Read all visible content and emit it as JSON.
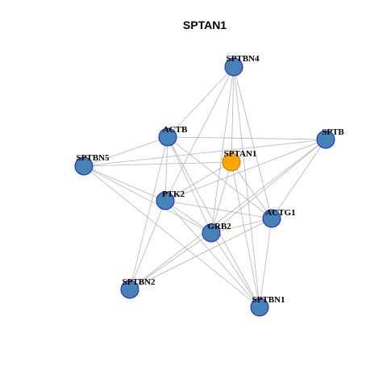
{
  "title": "SPTAN1",
  "colors": {
    "node_fill": "#4682b4",
    "node_stroke": "#1f1fd0",
    "hub_fill": "#ffa500",
    "hub_stroke": "#c07a00",
    "edge": "#b4b4b4"
  },
  "nodes": [
    {
      "id": "SPTBN4",
      "label": "SPTBN4",
      "hub": false
    },
    {
      "id": "ACTB",
      "label": "ACTB",
      "hub": false
    },
    {
      "id": "SPTB",
      "label": "SPTB",
      "hub": false
    },
    {
      "id": "SPTAN1",
      "label": "SPTAN1",
      "hub": true
    },
    {
      "id": "SPTBN5",
      "label": "SPTBN5",
      "hub": false
    },
    {
      "id": "PTK2",
      "label": "PTK2",
      "hub": false
    },
    {
      "id": "ACTG1",
      "label": "ACTG1",
      "hub": false
    },
    {
      "id": "GRB2",
      "label": "GRB2",
      "hub": false
    },
    {
      "id": "SPTBN2",
      "label": "SPTBN2",
      "hub": false
    },
    {
      "id": "SPTBN1",
      "label": "SPTBN1",
      "hub": false
    }
  ],
  "edges": [
    [
      "SPTBN4",
      "ACTB"
    ],
    [
      "SPTBN4",
      "SPTAN1"
    ],
    [
      "SPTBN4",
      "PTK2"
    ],
    [
      "SPTBN4",
      "GRB2"
    ],
    [
      "SPTBN4",
      "ACTG1"
    ],
    [
      "SPTBN4",
      "SPTBN1"
    ],
    [
      "ACTB",
      "SPTBN5"
    ],
    [
      "ACTB",
      "SPTB"
    ],
    [
      "ACTB",
      "PTK2"
    ],
    [
      "ACTB",
      "GRB2"
    ],
    [
      "ACTB",
      "ACTG1"
    ],
    [
      "ACTB",
      "SPTBN2"
    ],
    [
      "ACTB",
      "SPTBN1"
    ],
    [
      "SPTB",
      "SPTBN5"
    ],
    [
      "SPTB",
      "PTK2"
    ],
    [
      "SPTB",
      "GRB2"
    ],
    [
      "SPTB",
      "ACTG1"
    ],
    [
      "SPTB",
      "SPTBN2"
    ],
    [
      "SPTAN1",
      "SPTBN5"
    ],
    [
      "SPTAN1",
      "PTK2"
    ],
    [
      "SPTAN1",
      "GRB2"
    ],
    [
      "SPTAN1",
      "ACTG1"
    ],
    [
      "SPTAN1",
      "SPTBN1"
    ],
    [
      "SPTBN5",
      "PTK2"
    ],
    [
      "SPTBN5",
      "GRB2"
    ],
    [
      "SPTBN5",
      "SPTBN1"
    ],
    [
      "PTK2",
      "GRB2"
    ],
    [
      "PTK2",
      "ACTG1"
    ],
    [
      "PTK2",
      "SPTBN2"
    ],
    [
      "PTK2",
      "SPTBN1"
    ],
    [
      "GRB2",
      "ACTG1"
    ],
    [
      "GRB2",
      "SPTBN1"
    ],
    [
      "GRB2",
      "SPTBN2"
    ],
    [
      "ACTG1",
      "SPTBN1"
    ],
    [
      "ACTG1",
      "SPTBN2"
    ]
  ]
}
